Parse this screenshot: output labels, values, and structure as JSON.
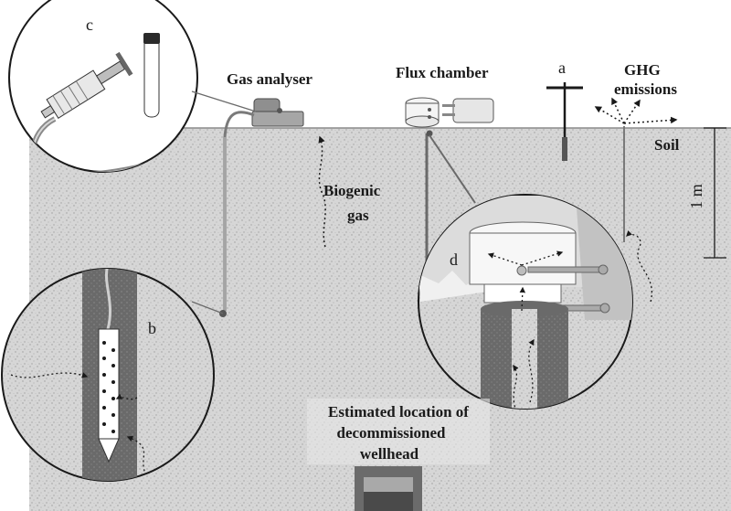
{
  "labels": {
    "gas_analyser": "Gas analyser",
    "flux_chamber": "Flux chamber",
    "a": "a",
    "ghg_line1": "GHG",
    "ghg_line2": "emissions",
    "soil": "Soil",
    "biogenic_line1": "Biogenic",
    "biogenic_line2": "gas",
    "scale": "1 m",
    "b": "b",
    "c": "c",
    "d": "d",
    "wellhead_line1": "Estimated location of",
    "wellhead_line2": "decommissioned",
    "wellhead_line3": "wellhead"
  },
  "colors": {
    "soil_fill": "#d4d4d4",
    "soil_speckle": "#a8a8a8",
    "tube_dark": "#5a5a5a",
    "device_gray": "#8a8a8a",
    "sky": "#ffffff"
  },
  "icons": [
    "gas-analyser-device",
    "flux-chamber-device",
    "soil-probe-a",
    "syringe-icon",
    "vial-icon",
    "sampling-probe-detail",
    "chamber-detail",
    "wellhead-block"
  ]
}
